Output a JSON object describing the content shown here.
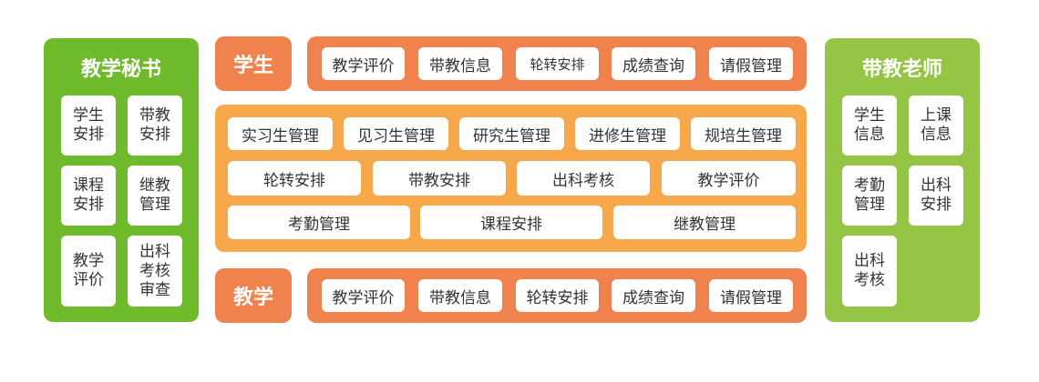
{
  "colors": {
    "green_dark": "#6fbb2b",
    "green_light": "#95c545",
    "orange_dark": "#f0834d",
    "orange_light": "#f6a84a"
  },
  "secretary": {
    "title": "教学秘书",
    "items": [
      "学生安排",
      "带教安排",
      "课程安排",
      "继教管理",
      "教学评价",
      "出科考核审查"
    ]
  },
  "teacher": {
    "title": "带教老师",
    "items": [
      "学生信息",
      "上课信息",
      "考勤管理",
      "出科安排",
      "出科考核"
    ]
  },
  "student": {
    "label": "学生",
    "items": [
      "教学评价",
      "带教信息",
      "轮转安排",
      "成绩查询",
      "请假管理"
    ]
  },
  "center": {
    "row1": [
      "实习生管理",
      "见习生管理",
      "研究生管理",
      "进修生管理",
      "规培生管理"
    ],
    "row2": [
      "轮转安排",
      "带教安排",
      "出科考核",
      "教学评价"
    ],
    "row3": [
      "考勤管理",
      "课程安排",
      "继教管理"
    ]
  },
  "teaching": {
    "label": "教学",
    "items": [
      "教学评价",
      "带教信息",
      "轮转安排",
      "成绩查询",
      "请假管理"
    ]
  }
}
